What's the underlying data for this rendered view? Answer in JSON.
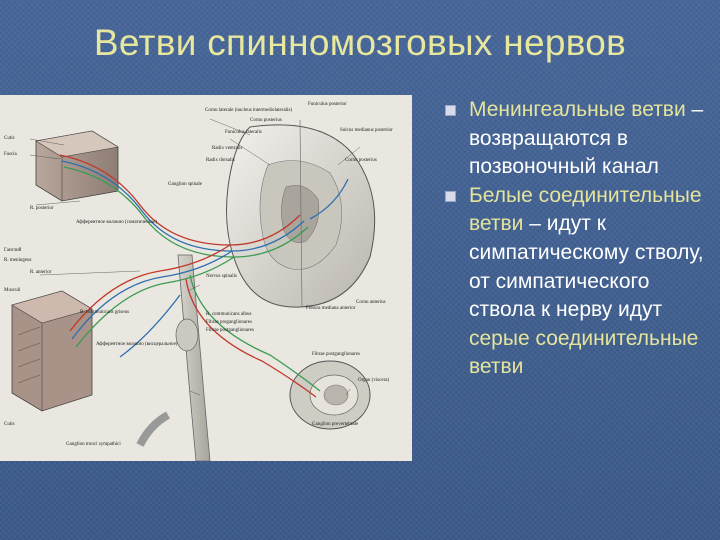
{
  "slide": {
    "title": "Ветви спинномозговых нервов"
  },
  "bullets": [
    {
      "highlight": "Менингеальные ветви",
      "rest": " – возвращаются в позвоночный канал"
    },
    {
      "highlight": "Белые соединительные ветви",
      "rest": " – идут к симпатическому стволу, от симпатического ствола к нерву идут ",
      "highlight_end": "серые соединительные ветви"
    }
  ],
  "figure": {
    "labels": [
      "Cornu laterale (nucleus intermediolateralis)",
      "Funiculus lateralis",
      "Cornu posterius",
      "Funiculus posterior",
      "Sulcus medianus posterior",
      "Cornu posterius",
      "Radix ventralis",
      "Radix dorsalis",
      "Ganglion spinale",
      "Cutis",
      "Fascia",
      "R. posterior",
      "Афферентное волокно (соматическое)",
      "Ганглий",
      "R. meningeus",
      "R. anterior",
      "Nervus spinalis",
      "R. communicans griseus",
      "R. communicans albus",
      "Fibrae preganglionares",
      "Fibrae postganglionares",
      "Musculi",
      "Афферентное волокно (висцеральное)",
      "Fissura mediana anterior",
      "Cornu anterius",
      "Fibrae postganglionares",
      "Organ (viscera)",
      "Ganglion trunci sympathici",
      "Ganglion prevertebrale",
      "Cutis"
    ]
  }
}
